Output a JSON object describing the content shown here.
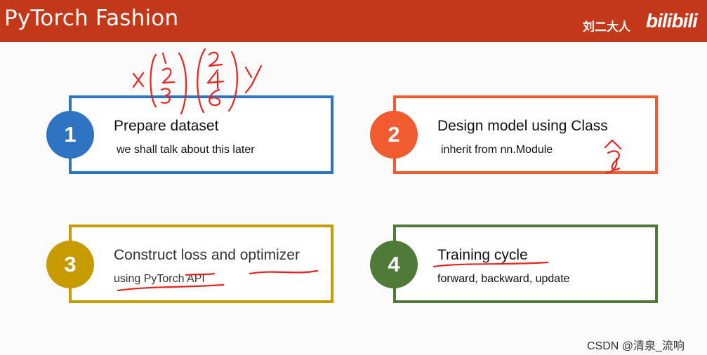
{
  "header": {
    "title": "PyTorch Fashion",
    "author": "刘二大人",
    "site_logo": "bilibili",
    "color": "#c4381a"
  },
  "steps": [
    {
      "number": "1",
      "heading": "Prepare dataset",
      "subtext": "we shall talk about this later",
      "color": "#2e74c2"
    },
    {
      "number": "2",
      "heading": "Design model using Class",
      "subtext": "inherit from nn.Module",
      "color": "#f25a30"
    },
    {
      "number": "3",
      "heading": "Construct loss and optimizer",
      "subtext": "using PyTorch API",
      "color": "#c79a00"
    },
    {
      "number": "4",
      "heading": "Training cycle",
      "subtext": "forward, backward, update",
      "color": "#4f7a38"
    }
  ],
  "watermark": "CSDN @清泉_流响",
  "annotation_color": "#e8231f"
}
